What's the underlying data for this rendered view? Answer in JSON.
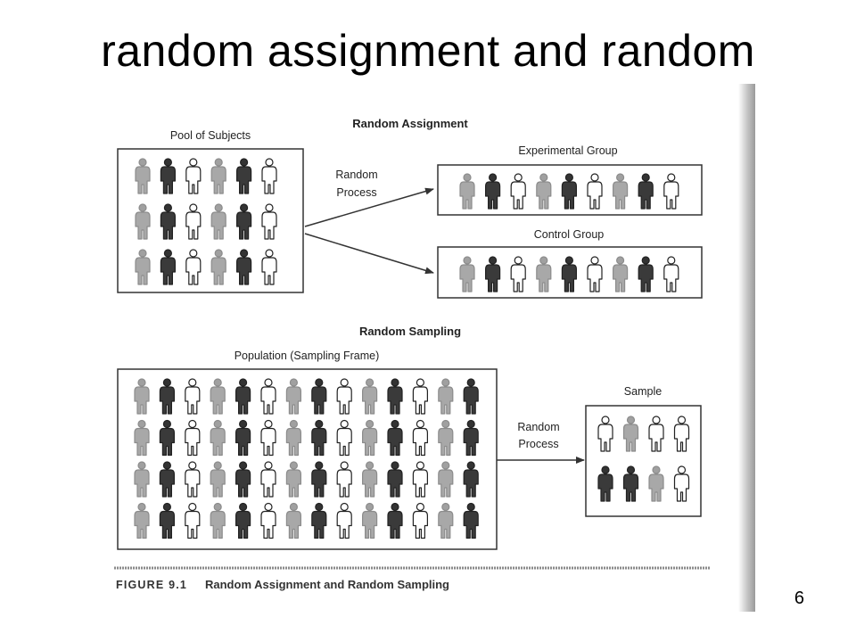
{
  "slide": {
    "title": "random assignment and random",
    "page_number": "6"
  },
  "figure": {
    "assignment_heading": "Random Assignment",
    "pool_label": "Pool of Subjects",
    "process_label_line1": "Random",
    "process_label_line2": "Process",
    "experimental_label": "Experimental Group",
    "control_label": "Control Group",
    "sampling_heading": "Random Sampling",
    "population_label": "Population (Sampling Frame)",
    "sample_label": "Sample",
    "caption_number": "FIGURE 9.1",
    "caption_text": "Random Assignment and Random Sampling"
  },
  "colors": {
    "light_figure": "#a8a8a8",
    "dark_figure": "#3a3a3a",
    "outline_figure": "#ffffff",
    "box_border": "#333333",
    "page_edge_shadow": "#b8b8b8"
  },
  "groups": {
    "pool": [
      "light",
      "dark",
      "outline",
      "light",
      "dark",
      "outline",
      "light",
      "dark",
      "outline",
      "light",
      "dark",
      "outline",
      "light",
      "dark",
      "outline",
      "light",
      "dark",
      "outline"
    ],
    "experimental": [
      "light",
      "dark",
      "outline",
      "light",
      "dark",
      "outline",
      "light",
      "dark",
      "outline"
    ],
    "control": [
      "light",
      "dark",
      "outline",
      "light",
      "dark",
      "outline",
      "light",
      "dark",
      "outline"
    ],
    "population": [
      "light",
      "dark",
      "outline",
      "light",
      "dark",
      "outline",
      "light",
      "dark",
      "outline",
      "light",
      "dark",
      "outline",
      "light",
      "dark",
      "light",
      "dark",
      "outline",
      "light",
      "dark",
      "outline",
      "light",
      "dark",
      "outline",
      "light",
      "dark",
      "outline",
      "light",
      "dark",
      "light",
      "dark",
      "outline",
      "light",
      "dark",
      "outline",
      "light",
      "dark",
      "outline",
      "light",
      "dark",
      "outline",
      "light",
      "dark",
      "light",
      "dark",
      "outline",
      "light",
      "dark",
      "outline",
      "light",
      "dark",
      "outline",
      "light",
      "dark",
      "outline",
      "light",
      "dark"
    ],
    "sample": [
      "outline",
      "light",
      "outline",
      "outline",
      "dark",
      "dark",
      "light",
      "outline"
    ]
  }
}
